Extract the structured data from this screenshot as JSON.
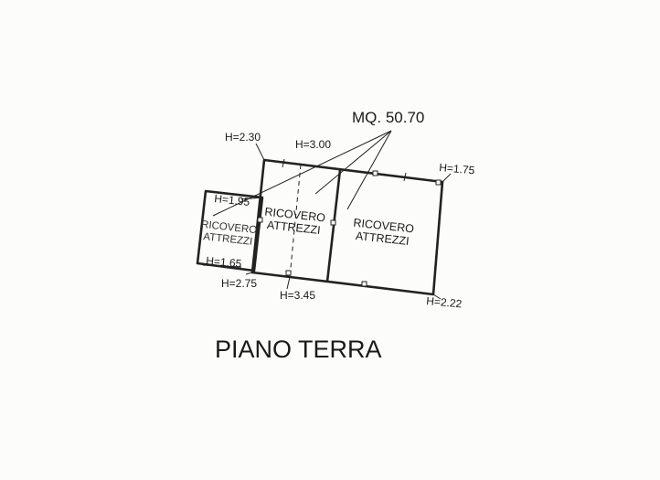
{
  "floor_plan": {
    "title": "PIANO TERRA",
    "total_area": "MQ. 50.70",
    "rooms": [
      {
        "line1": "RICOVERO",
        "line2": "ATTREZZI"
      },
      {
        "line1": "RICOVERO",
        "line2": "ATTREZZI"
      },
      {
        "line1": "RICOVERO",
        "line2": "ATTREZZI"
      }
    ],
    "heights": [
      "H=2.30",
      "H=3.00",
      "H=1.75",
      "H=1.95",
      "H=1.65",
      "H=2.75",
      "H=3.45",
      "H=2.22"
    ]
  }
}
